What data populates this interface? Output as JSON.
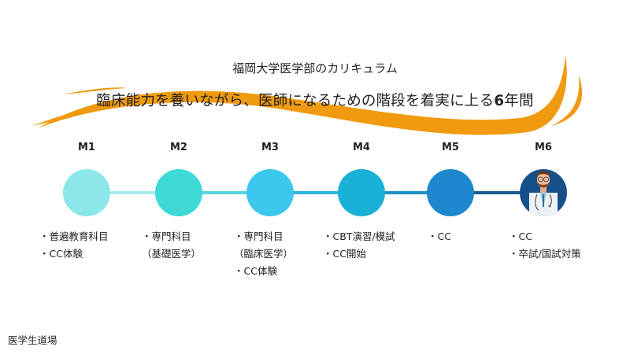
{
  "header": {
    "subtitle": "福岡大学医学部のカリキュラム",
    "title_main": "臨床能力を養いながら、医師になるための階段を着実に上る",
    "title_bold": "6",
    "title_end": "年間"
  },
  "colors": {
    "accent": "#ef9a0f",
    "m1": "#8ce8e8",
    "m2": "#3fdad6",
    "m3": "#3cc8ee",
    "m4": "#1bb0d8",
    "m5": "#1e88cf",
    "m6": "#16508a"
  },
  "years": [
    {
      "label": "M1",
      "items": [
        "・普遍教育科目",
        "・CC体験"
      ]
    },
    {
      "label": "M2",
      "items": [
        "・専門科目",
        "（基礎医学）"
      ]
    },
    {
      "label": "M3",
      "items": [
        "・専門科目",
        "（臨床医学）",
        "・CC体験"
      ]
    },
    {
      "label": "M4",
      "items": [
        "・CBT演習/模試",
        "・CC開始"
      ]
    },
    {
      "label": "M5",
      "items": [
        "・CC"
      ]
    },
    {
      "label": "M6",
      "items": [
        "・CC",
        "・卒試/国試対策"
      ],
      "icon": "doctor-icon"
    }
  ],
  "footer": "医学生道場"
}
